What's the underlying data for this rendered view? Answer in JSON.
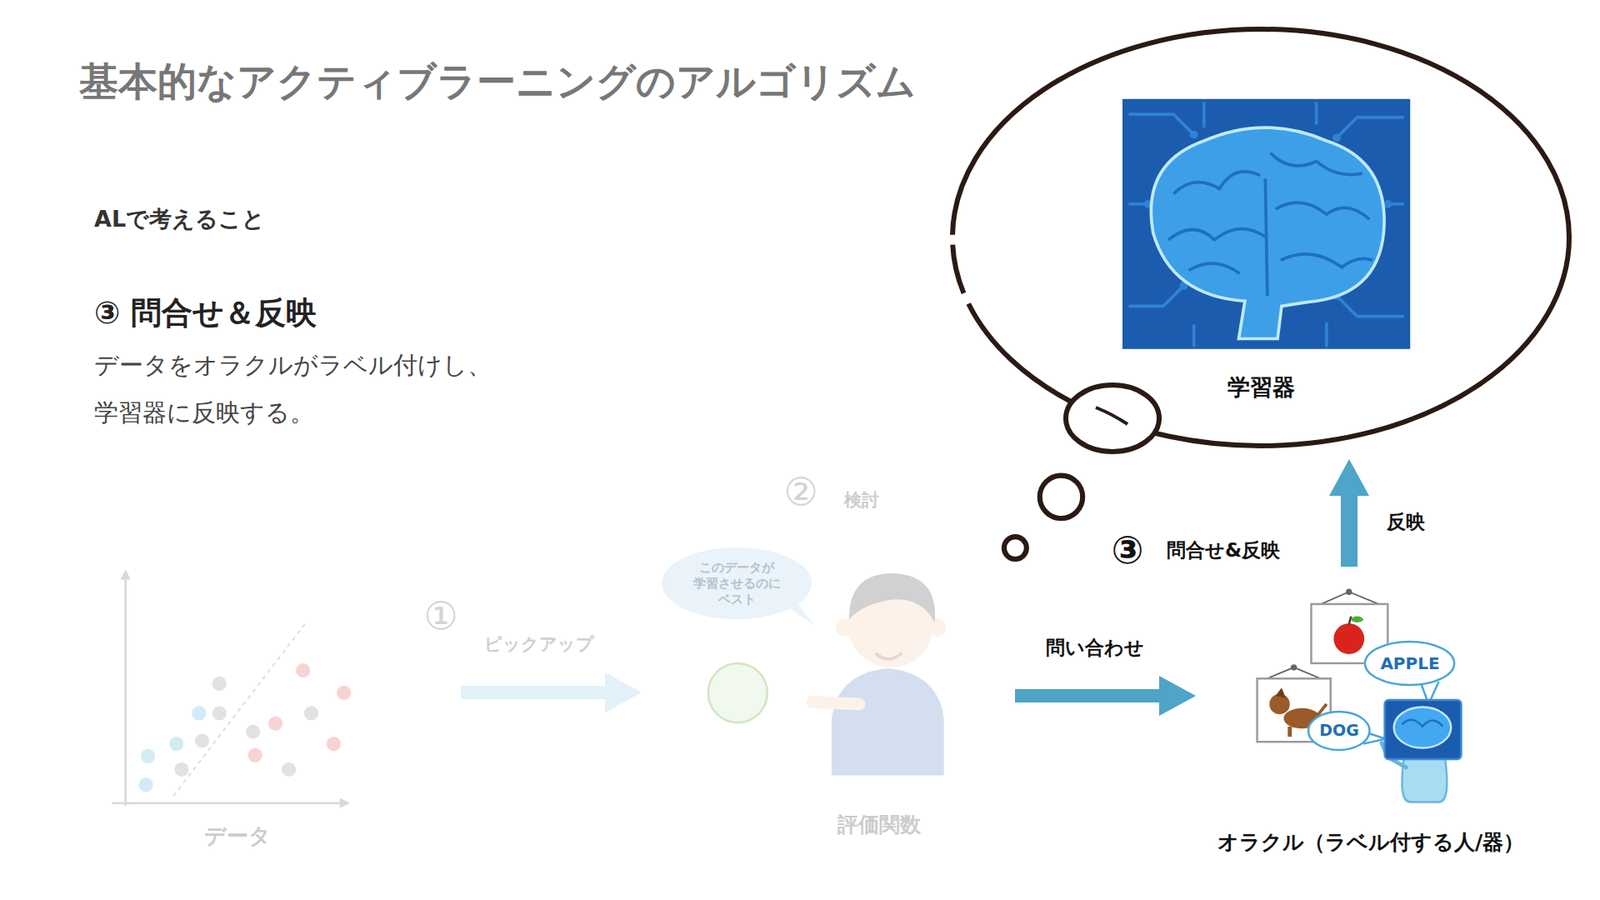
{
  "diagram": {
    "title": "基本的なアクティブラーニングのアルゴリズム",
    "nodes": [
      {
        "text": [
          "学習器"
        ]
      },
      {
        "text": [
          "データ"
        ]
      },
      {
        "text": [
          "このデータが 学習させるのに ベスト"
        ]
      },
      {
        "text": [
          "評価関数"
        ]
      },
      {
        "text": [
          "オラクル（ラベル付する人/器）"
        ]
      },
      {
        "text": [
          "APPLE"
        ],
        "in": 4
      },
      {
        "text": [
          "DOG"
        ],
        "in": 4
      }
    ],
    "edges": [
      {
        "from": 1,
        "to": 3,
        "arrow": "to",
        "label": "ピックアップ"
      },
      {
        "from": 3,
        "to": 4,
        "arrow": "to",
        "label": "問い合わせ"
      },
      {
        "from": 4,
        "to": 0,
        "arrow": "to",
        "label": "反映"
      }
    ],
    "labels": [
      "ALで考えること",
      "③ 問合せ＆反映",
      "データをオラクルがラベル付けし、 学習器に反映する。",
      "②",
      "検討",
      "①",
      "③",
      "問合せ&反映"
    ]
  }
}
